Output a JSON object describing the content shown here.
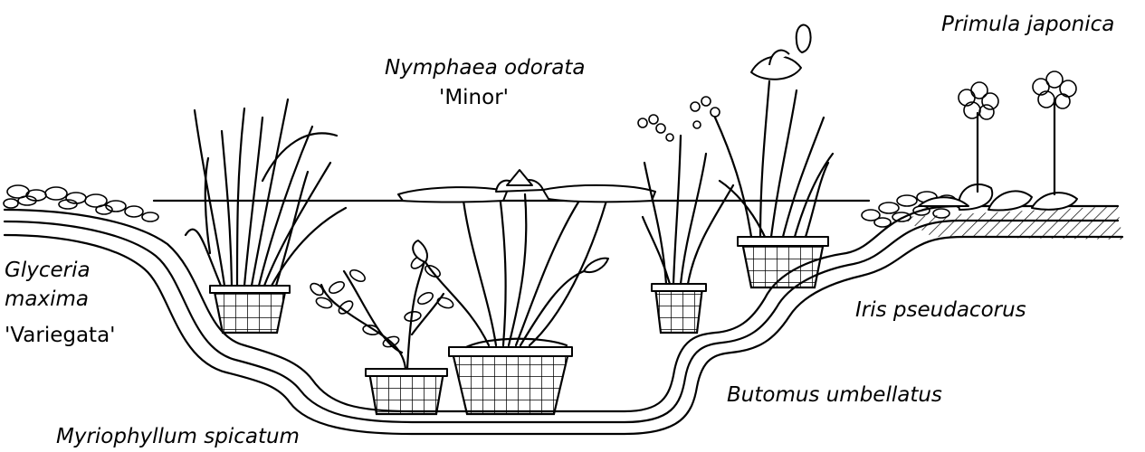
{
  "labels": {
    "primula": "Primula japonica",
    "nymphaea_name": "Nymphaea odorata",
    "nymphaea_cultivar": "'Minor'",
    "glyceria_1": "Glyceria",
    "glyceria_2": "maxima",
    "glyceria_3": "'Variegata'",
    "iris": "Iris pseudacorus",
    "butomus": "Butomus umbellatus",
    "myriophyllum": "Myriophyllum spicatum"
  },
  "colors": {
    "ink": "#000000",
    "background": "#ffffff"
  }
}
